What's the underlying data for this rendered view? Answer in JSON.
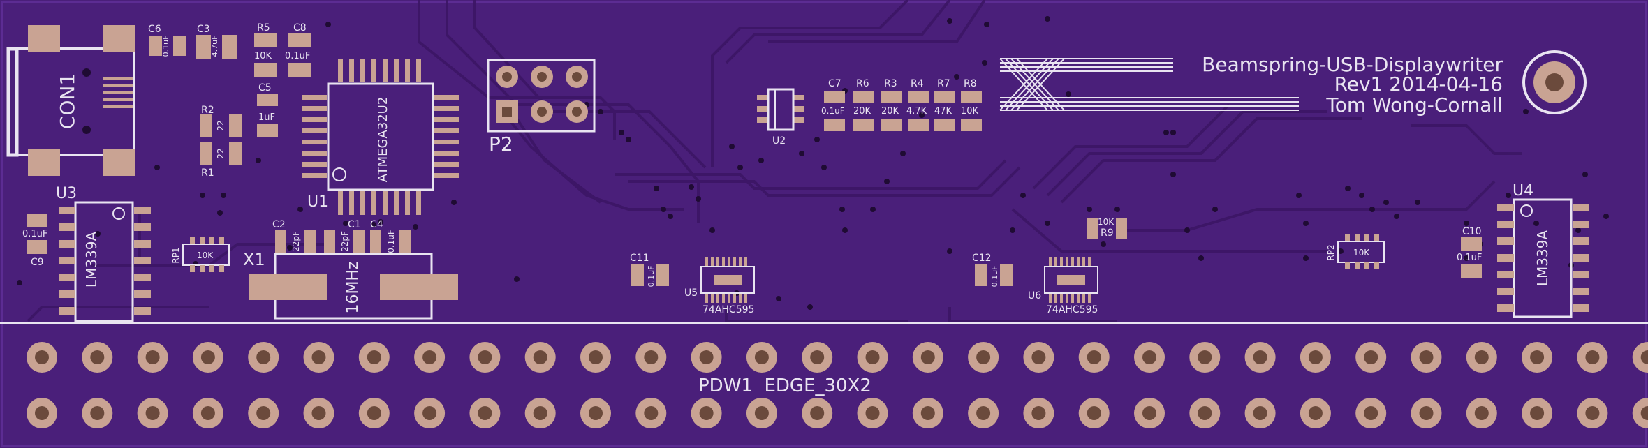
{
  "board": {
    "title_lines": [
      "Beamspring-USB-Displaywriter",
      "Rev1 2014-04-16",
      "Tom Wong-Cornall"
    ],
    "connector_label": "PDW1  EDGE_30X2",
    "colors": {
      "substrate": "#4a1f7a",
      "silkscreen": "#e9e4f1",
      "pad": "#c9a393"
    }
  },
  "components": [
    {
      "ref": "CON1"
    },
    {
      "ref": "C6",
      "value": "0.1uF"
    },
    {
      "ref": "C3",
      "value": "4.7uF"
    },
    {
      "ref": "R5",
      "value": "10K"
    },
    {
      "ref": "C8",
      "value": "0.1uF"
    },
    {
      "ref": "C5",
      "value": "1uF"
    },
    {
      "ref": "R2",
      "value": "22"
    },
    {
      "ref": "R1",
      "value": "22"
    },
    {
      "ref": "U1",
      "value": "ATMEGA32U2"
    },
    {
      "ref": "P2"
    },
    {
      "ref": "U2"
    },
    {
      "ref": "C7",
      "value": "0.1uF"
    },
    {
      "ref": "R6",
      "value": "20K"
    },
    {
      "ref": "R3",
      "value": "20K"
    },
    {
      "ref": "R4",
      "value": "4.7K"
    },
    {
      "ref": "R7",
      "value": "47K"
    },
    {
      "ref": "R8",
      "value": "10K"
    },
    {
      "ref": "U3",
      "value": "LM339A"
    },
    {
      "ref": "C9",
      "value": "0.1uF"
    },
    {
      "ref": "RP1",
      "value": "10K"
    },
    {
      "ref": "C2",
      "value": "22pF"
    },
    {
      "ref": "C1",
      "value": "22pF"
    },
    {
      "ref": "C4",
      "value": "0.1uF"
    },
    {
      "ref": "X1",
      "value": "16MHz"
    },
    {
      "ref": "C11",
      "value": "0.1uF"
    },
    {
      "ref": "U5",
      "value": "74AHC595"
    },
    {
      "ref": "C12",
      "value": "0.1uF"
    },
    {
      "ref": "U6",
      "value": "74AHC595"
    },
    {
      "ref": "R9",
      "value": "10K"
    },
    {
      "ref": "RP2",
      "value": "10K"
    },
    {
      "ref": "C10",
      "value": "0.1uF"
    },
    {
      "ref": "U4",
      "value": "LM339A"
    }
  ]
}
